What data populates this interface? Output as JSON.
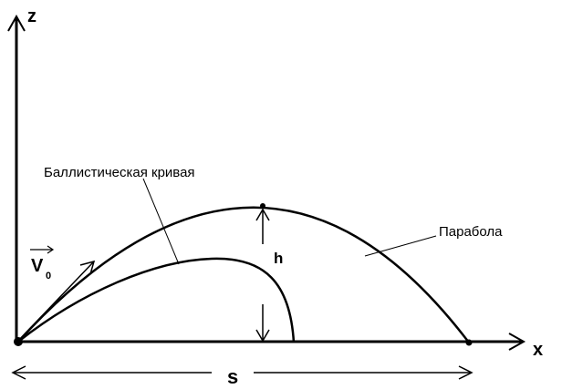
{
  "axes": {
    "z_label": "z",
    "x_label": "x"
  },
  "labels": {
    "ballistic_curve": "Баллистическая кривая",
    "parabola": "Парабола",
    "height": "h",
    "velocity": "V",
    "velocity_subscript": "0",
    "range": "s"
  },
  "colors": {
    "stroke": "#000000",
    "background": "#ffffff"
  }
}
